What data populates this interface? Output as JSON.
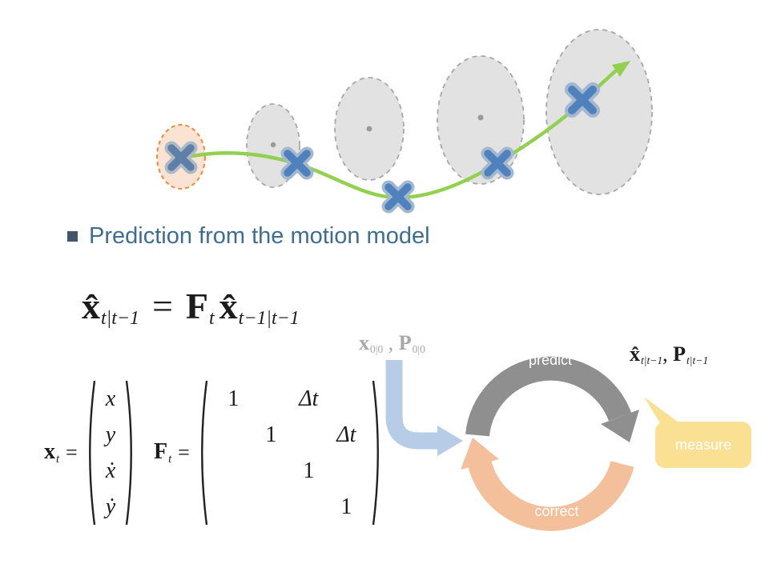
{
  "bullet": {
    "text": "Prediction from the motion model"
  },
  "formula": {
    "lhs": {
      "base": "x̂",
      "sub": "t|t−1"
    },
    "eq": "=",
    "f": {
      "base": "F",
      "sub": "t"
    },
    "rhs": {
      "base": "x̂",
      "sub": "t−1|t−1"
    }
  },
  "state": {
    "label": {
      "base": "x",
      "sub": "t"
    },
    "eq": "=",
    "entries": [
      "x",
      "y",
      "ẋ",
      "ẏ"
    ]
  },
  "transition": {
    "label": {
      "base": "F",
      "sub": "t"
    },
    "eq": "=",
    "matrix": [
      [
        "1",
        "",
        "Δt",
        ""
      ],
      [
        "",
        "1",
        "",
        "Δt"
      ],
      [
        "",
        "",
        "1",
        ""
      ],
      [
        "",
        "",
        "",
        "1"
      ]
    ]
  },
  "cycle": {
    "init": {
      "x": "x",
      "x_sub": "0|0",
      "sep": " , ",
      "p": "P",
      "p_sub": "0|0"
    },
    "predicted": {
      "x": "x̂",
      "x_sub": "t|t−1",
      "sep": ", ",
      "p": "P",
      "p_sub": "t|t−1"
    },
    "predict": "predict",
    "correct": "correct",
    "measure": "measure"
  },
  "colors": {
    "accent_text": "#3E6D92",
    "green_arrow": "#92D050",
    "cross_core": "#4F81BD",
    "cross_outline": "#A3B7CE",
    "ellipse_gray_fill": "#DCDCDC",
    "ellipse_gray_stroke": "#A8A8A8",
    "ellipse_orange_fill": "#FBE3D3",
    "ellipse_orange_stroke": "#ED8A3C",
    "predict_arc": "#8F8F8F",
    "correct_arc": "#F4C09B",
    "input_arrow": "#B6CCE7",
    "measure_fill": "#FAE093"
  }
}
